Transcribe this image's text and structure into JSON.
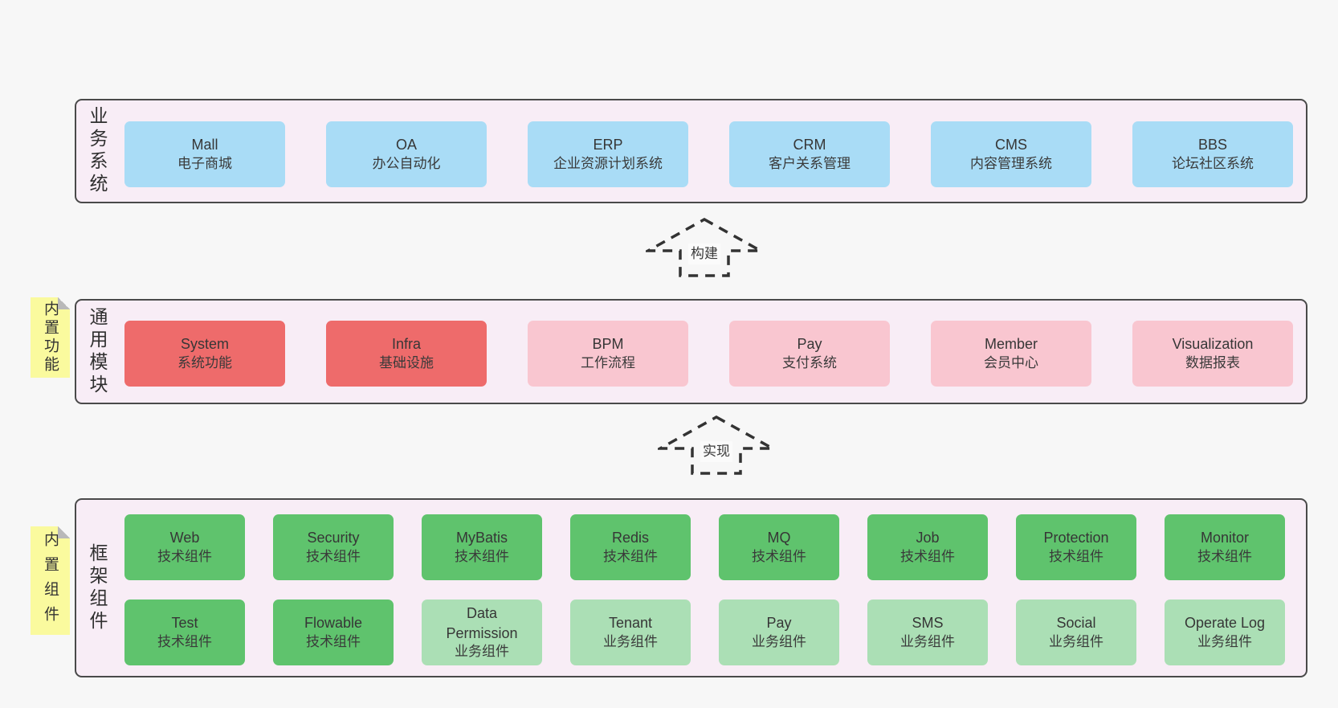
{
  "colors": {
    "page_bg": "#f7f7f7",
    "band_bg": "#f8edf6",
    "band_border": "#4a4a4a",
    "box_blue": "#a9dcf6",
    "box_red": "#ee6b6b",
    "box_pink": "#f9c6d0",
    "box_green": "#5fc36d",
    "box_light_green": "#abdfb5",
    "sticky_yellow": "#fafa9e",
    "text": "#363636"
  },
  "arrows": [
    {
      "label": "构建"
    },
    {
      "label": "实现"
    }
  ],
  "bands": [
    {
      "label": "业务系统",
      "boxes": [
        {
          "title": "Mall",
          "subtitle": "电子商城"
        },
        {
          "title": "OA",
          "subtitle": "办公自动化"
        },
        {
          "title": "ERP",
          "subtitle": "企业资源计划系统"
        },
        {
          "title": "CRM",
          "subtitle": "客户关系管理"
        },
        {
          "title": "CMS",
          "subtitle": "内容管理系统"
        },
        {
          "title": "BBS",
          "subtitle": "论坛社区系统"
        }
      ]
    },
    {
      "label": "通用模块",
      "sticky": "内置功能",
      "boxes": [
        {
          "title": "System",
          "subtitle": "系统功能"
        },
        {
          "title": "Infra",
          "subtitle": "基础设施"
        },
        {
          "title": "BPM",
          "subtitle": "工作流程"
        },
        {
          "title": "Pay",
          "subtitle": "支付系统"
        },
        {
          "title": "Member",
          "subtitle": "会员中心"
        },
        {
          "title": "Visualization",
          "subtitle": "数据报表"
        }
      ]
    },
    {
      "label": "框架组件",
      "sticky": "内置组件",
      "rows": [
        [
          {
            "title": "Web",
            "subtitle": "技术组件"
          },
          {
            "title": "Security",
            "subtitle": "技术组件"
          },
          {
            "title": "MyBatis",
            "subtitle": "技术组件"
          },
          {
            "title": "Redis",
            "subtitle": "技术组件"
          },
          {
            "title": "MQ",
            "subtitle": "技术组件"
          },
          {
            "title": "Job",
            "subtitle": "技术组件"
          },
          {
            "title": "Protection",
            "subtitle": "技术组件"
          },
          {
            "title": "Monitor",
            "subtitle": "技术组件"
          }
        ],
        [
          {
            "title": "Test",
            "subtitle": "技术组件"
          },
          {
            "title": "Flowable",
            "subtitle": "技术组件"
          },
          {
            "title": "Data Permission",
            "subtitle": "业务组件"
          },
          {
            "title": "Tenant",
            "subtitle": "业务组件"
          },
          {
            "title": "Pay",
            "subtitle": "业务组件"
          },
          {
            "title": "SMS",
            "subtitle": "业务组件"
          },
          {
            "title": "Social",
            "subtitle": "业务组件"
          },
          {
            "title": "Operate Log",
            "subtitle": "业务组件"
          }
        ]
      ]
    }
  ]
}
